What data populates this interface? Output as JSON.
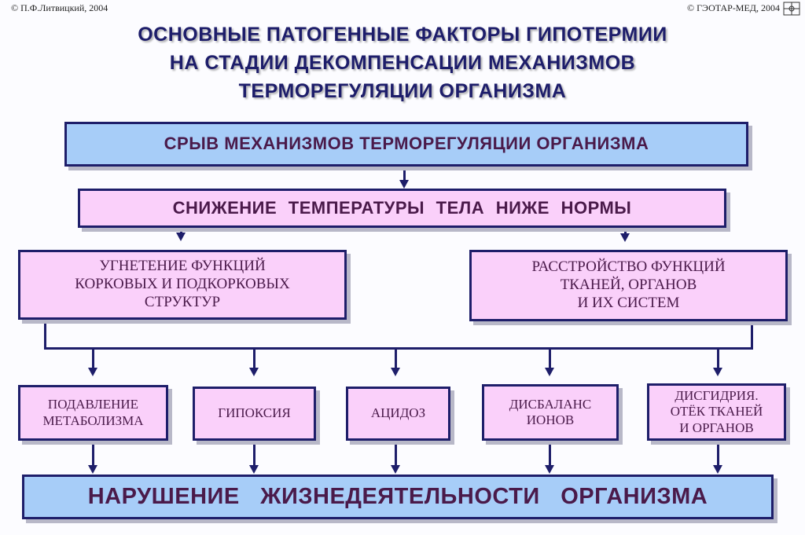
{
  "copyright": {
    "left": "© П.Ф.Литвицкий, 2004",
    "right": "© ГЭОТАР-МЕД, 2004"
  },
  "title": {
    "line1": "ОСНОВНЫЕ ПАТОГЕННЫЕ ФАКТОРЫ ГИПОТЕРМИИ",
    "line2": "НА СТАДИИ ДЕКОМПЕНСАЦИИ МЕХАНИЗМОВ",
    "line3": "ТЕРМОРЕГУЛЯЦИИ ОРГАНИЗМА"
  },
  "nodes": {
    "top": "СРЫВ МЕХАНИЗМОВ ТЕРМОРЕГУЛЯЦИИ ОРГАНИЗМА",
    "temp": "СНИЖЕНИЕ ТЕМПЕРАТУРЫ ТЕЛА НИЖЕ НОРМЫ",
    "left_mid": [
      "УГНЕТЕНИЕ ФУНКЦИЙ",
      "КОРКОВЫХ И ПОДКОРКОВЫХ",
      "СТРУКТУР"
    ],
    "right_mid": [
      "РАССТРОЙСТВО ФУНКЦИЙ",
      "ТКАНЕЙ, ОРГАНОВ",
      "И ИХ СИСТЕМ"
    ],
    "factors": [
      [
        "ПОДАВЛЕНИЕ",
        "МЕТАБОЛИЗМА"
      ],
      [
        "ГИПОКСИЯ"
      ],
      [
        "АЦИДОЗ"
      ],
      [
        "ДИСБАЛАНС",
        "ИОНОВ"
      ],
      [
        "ДИСГИДРИЯ.",
        "ОТЁК ТКАНЕЙ",
        "И ОРГАНОВ"
      ]
    ],
    "bottom": "НАРУШЕНИЕ ЖИЗНЕДЕЯТЕЛЬНОСТИ ОРГАНИЗМА"
  },
  "colors": {
    "blue_box": "#a7cdf8",
    "pink_box": "#fad0fa",
    "border": "#1e1e6a",
    "title_text": "#1d1d6a"
  }
}
